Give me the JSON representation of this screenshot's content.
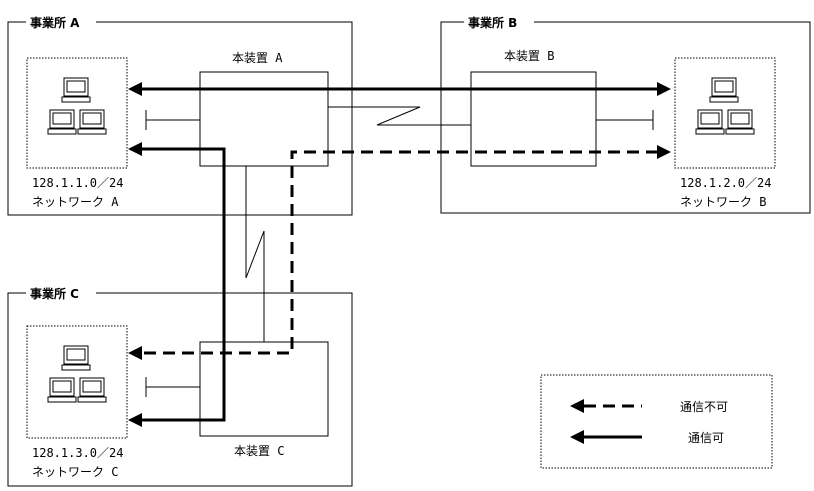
{
  "offices": [
    {
      "label": "事業所 A"
    },
    {
      "label": "事業所 B"
    },
    {
      "label": "事業所 C"
    }
  ],
  "devices": [
    {
      "label": "本装置 A"
    },
    {
      "label": "本装置 B"
    },
    {
      "label": "本装置 C"
    }
  ],
  "networks": [
    {
      "address": "128.1.1.0／24",
      "name": "ネットワーク A"
    },
    {
      "address": "128.1.2.0／24",
      "name": "ネットワーク B"
    },
    {
      "address": "128.1.3.0／24",
      "name": "ネットワーク C"
    }
  ],
  "legend": {
    "dashed_label": "通信不可",
    "solid_label": "通信可"
  },
  "icons": [
    "computer-cluster-icon"
  ]
}
